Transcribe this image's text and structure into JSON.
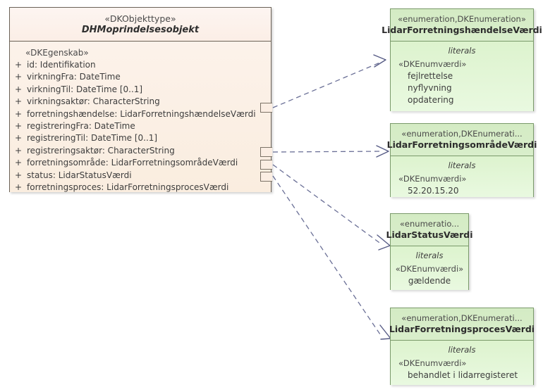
{
  "diagram": {
    "type": "uml-class-diagram",
    "title": "DHMoprindelsesobjekt"
  },
  "main_class": {
    "stereotype": "«DKObjekttype»",
    "name": "DHMoprindelsesobjekt",
    "attributes_stereotype": "«DKEgenskab»",
    "attributes": [
      {
        "visibility": "+",
        "text": "id: Identifikation"
      },
      {
        "visibility": "+",
        "text": "virkningFra: DateTime"
      },
      {
        "visibility": "+",
        "text": "virkningTil: DateTime [0..1]"
      },
      {
        "visibility": "+",
        "text": "virkningsaktør: CharacterString"
      },
      {
        "visibility": "+",
        "text": "forretningshændelse: LidarForretningshændelseVærdi"
      },
      {
        "visibility": "+",
        "text": "registreringFra: DateTime"
      },
      {
        "visibility": "+",
        "text": "registreringTil: DateTime [0..1]"
      },
      {
        "visibility": "+",
        "text": "registreringsaktør: CharacterString"
      },
      {
        "visibility": "+",
        "text": "forretningsområde: LidarForretningsområdeVærdi"
      },
      {
        "visibility": "+",
        "text": "status: LidarStatusVærdi"
      },
      {
        "visibility": "+",
        "text": "forretningsproces: LidarForretningsprocesVærdi"
      }
    ]
  },
  "enumerations": [
    {
      "stereotype": "«enumeration,DKEnumeration»",
      "name": "LidarForretningshændelseVærdi",
      "literals_label": "literals",
      "literal_stereotype": "«DKEnumværdi»",
      "literals": [
        "fejlrettelse",
        "nyflyvning",
        "opdatering"
      ],
      "centered": false
    },
    {
      "stereotype": "«enumeration,DKEnumerati...",
      "name": "LidarForretningsområdeVærdi",
      "literals_label": "literals",
      "literal_stereotype": "«DKEnumværdi»",
      "literals": [
        "52.20.15.20"
      ],
      "centered": false
    },
    {
      "stereotype": "«enumeratio...",
      "name": "LidarStatusVærdi",
      "literals_label": "literals",
      "literal_stereotype": "«DKEnumværdi»",
      "literals": [
        "gældende"
      ],
      "centered": true
    },
    {
      "stereotype": "«enumeration,DKEnumerati...",
      "name": "LidarForretningsprocesVærdi",
      "literals_label": "literals",
      "literal_stereotype": "«DKEnumværdi»",
      "literals": [
        "behandlet i lidarregisteret"
      ],
      "centered": false
    }
  ],
  "colors": {
    "class_border": "#6b6257",
    "class_header_fill": "#fdf4ef",
    "class_body_fill": "#fbeee3",
    "enum_border": "#7a9a6a",
    "enum_header_fill": "#d6ebc8",
    "enum_body_fill": "#e3f5d6",
    "connector": "#6a6f96",
    "text": "#3d3d3d"
  }
}
